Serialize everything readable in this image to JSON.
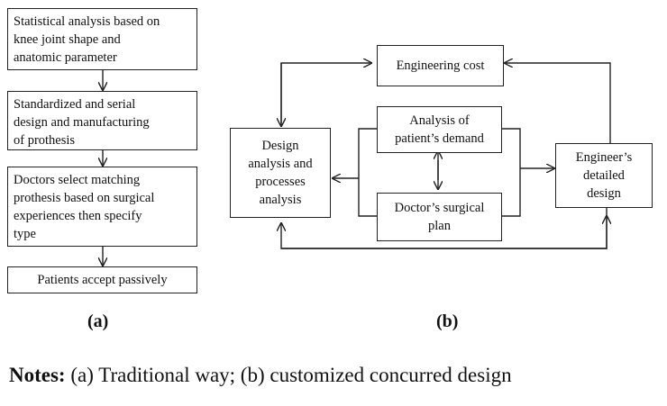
{
  "panel_a": {
    "label": "(a)",
    "boxes": [
      "Statistical analysis based on\nknee joint shape and\nanatomic parameter",
      "Standardized and serial\ndesign and manufacturing\nof prothesis",
      "Doctors select matching\nprothesis based on surgical\nexperiences then specify\ntype",
      "Patients accept passively"
    ]
  },
  "panel_b": {
    "label": "(b)",
    "engineering_cost": "Engineering cost",
    "patient_demand": "Analysis of\npatient’s demand",
    "surgical_plan": "Doctor’s surgical\nplan",
    "design_analysis": "Design\nanalysis and\nprocesses\nanalysis",
    "engineer_design": "Engineer’s\ndetailed\ndesign"
  },
  "notes": {
    "prefix": "Notes:",
    "text": " (a) Traditional way; (b) customized concurred design"
  }
}
